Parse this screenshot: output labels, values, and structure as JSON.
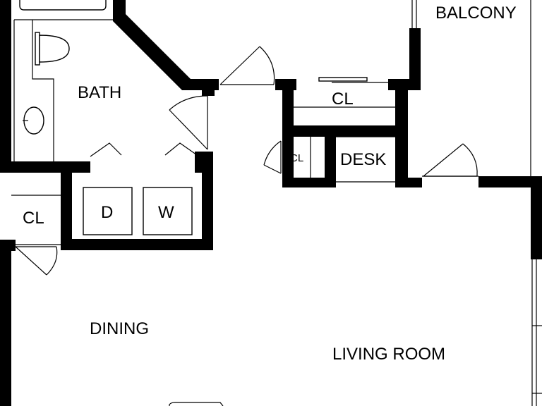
{
  "plan": {
    "rooms": {
      "balcony": "BALCONY",
      "bath": "BATH",
      "closet_hall": "CL",
      "closet_small": "CL",
      "closet_left": "CL",
      "desk": "DESK",
      "dryer": "D",
      "washer": "W",
      "dining": "DINING",
      "living_room": "LIVING ROOM"
    },
    "colors": {
      "wall": "#000000",
      "background": "#ffffff"
    }
  }
}
